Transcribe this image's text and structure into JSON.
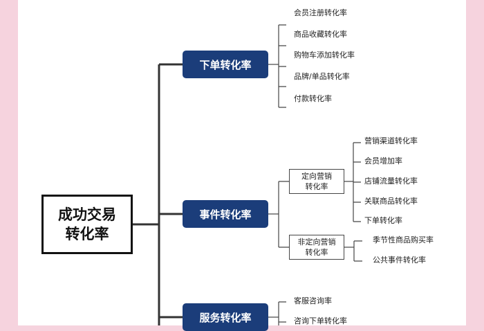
{
  "root": {
    "line1": "成功交易",
    "line2": "转化率"
  },
  "branches": {
    "order": {
      "label": "下单转化率",
      "leaves": [
        "会员注册转化率",
        "商品收藏转化率",
        "购物车添加转化率",
        "品牌/单品转化率",
        "付款转化率"
      ]
    },
    "event": {
      "label": "事件转化率",
      "targeted": {
        "line1": "定向营销",
        "line2": "转化率",
        "leaves": [
          "营销渠道转化率",
          "会员增加率",
          "店铺流量转化率",
          "关联商品转化率",
          "下单转化率"
        ]
      },
      "untargeted": {
        "line1": "非定向营销",
        "line2": "转化率",
        "leaves": [
          "季节性商品购买率",
          "公共事件转化率"
        ]
      }
    },
    "service": {
      "label": "服务转化率",
      "leaves": [
        "客服咨询率",
        "咨询下单转化率"
      ]
    }
  }
}
